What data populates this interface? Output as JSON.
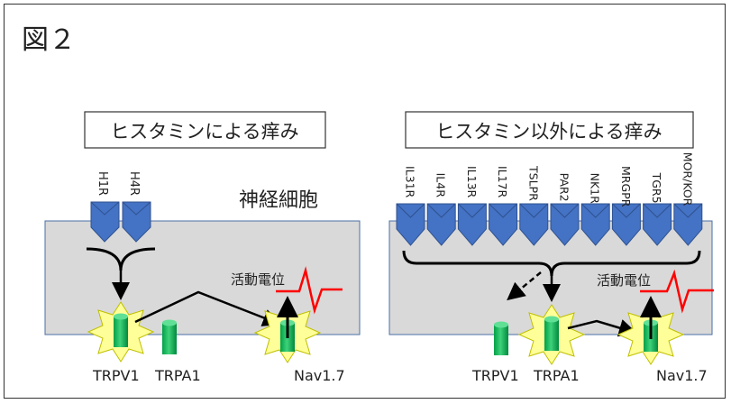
{
  "figure_label": "図２",
  "left_panel": {
    "title": "ヒスタミンによる痒み",
    "receptors": [
      "H1R",
      "H4R"
    ],
    "cell_label": "神経細胞",
    "action_potential_label": "活動電位",
    "channel_labels": {
      "trpv1": "TRPV1",
      "trpa1": "TRPA1",
      "nav": "Nav1.7"
    }
  },
  "right_panel": {
    "title": "ヒスタミン以外による痒み",
    "receptors": [
      "IL31R",
      "IL4R",
      "IL13R",
      "IL17R",
      "TSLPR",
      "PAR2",
      "NK1R",
      "MRGPR",
      "TGR5",
      "MOR/KOR"
    ],
    "action_potential_label": "活動電位",
    "channel_labels": {
      "trpv1": "TRPV1",
      "trpa1": "TRPA1",
      "nav": "Nav1.7"
    }
  },
  "colors": {
    "receptor_blue": "#4472c4",
    "cell_gray": "#d9d9d9",
    "channel_green": "#00b050",
    "starburst_yellow": "#ffff99",
    "action_potential_red": "#ff0000"
  }
}
